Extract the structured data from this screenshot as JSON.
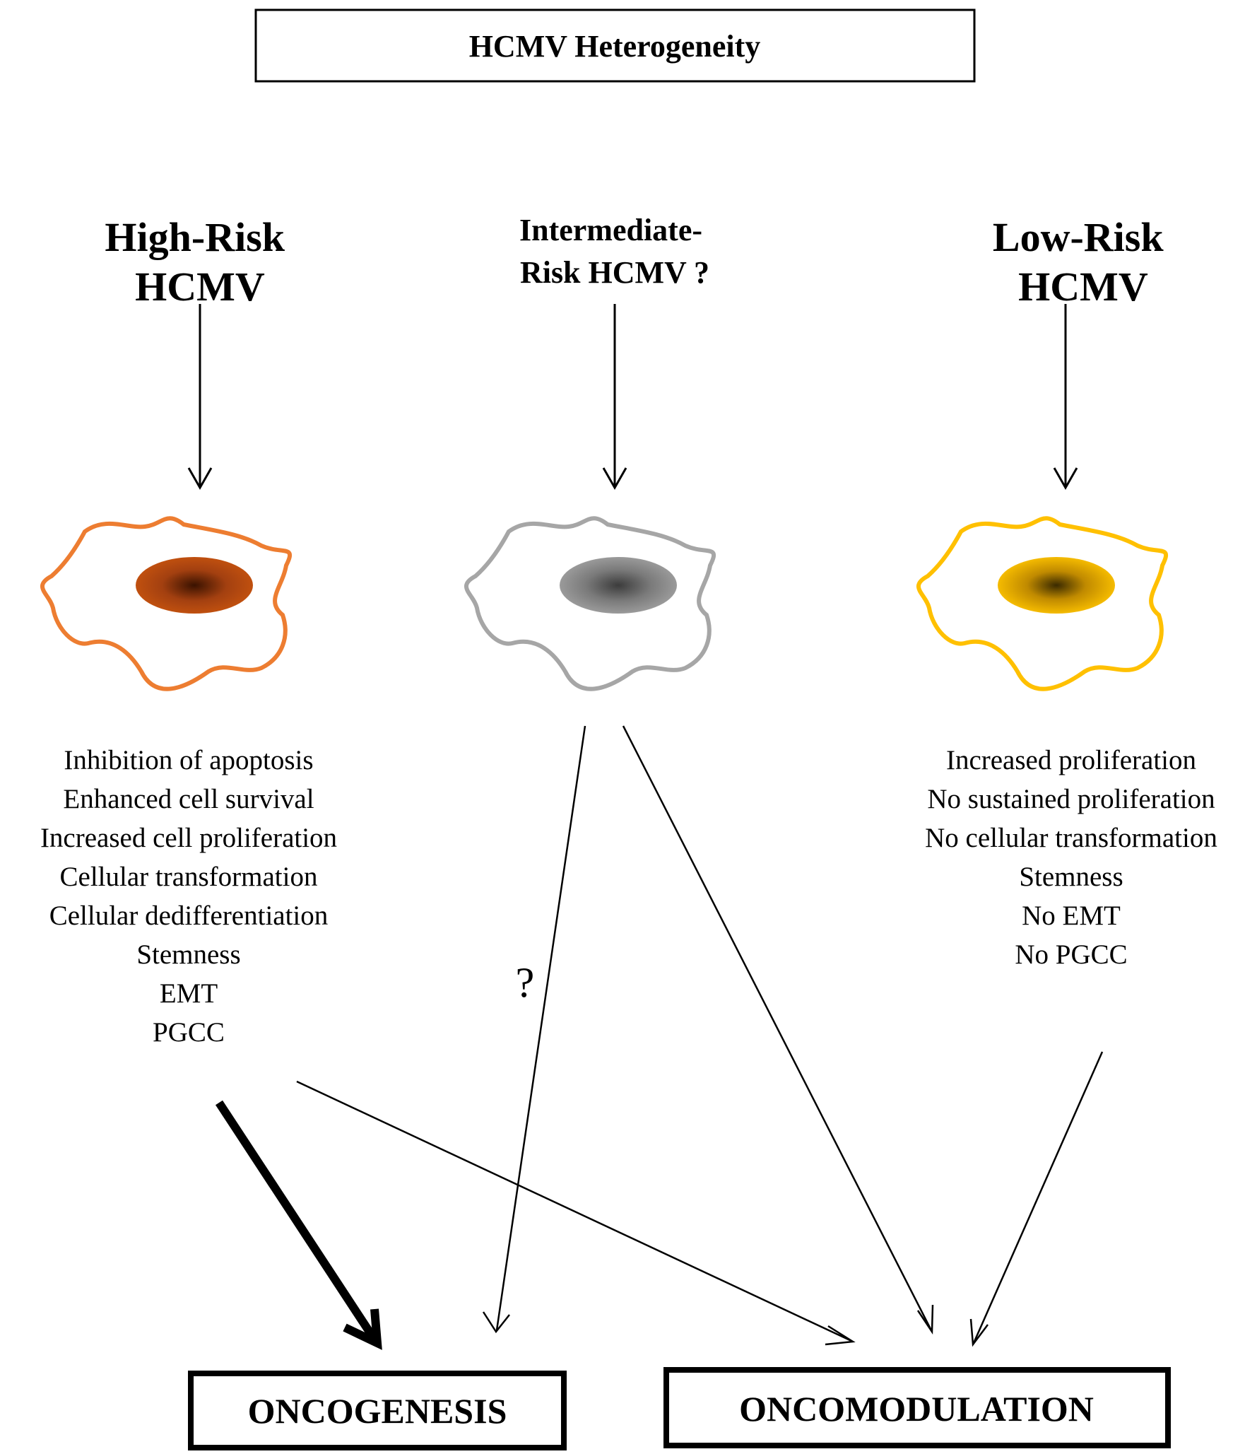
{
  "title": "HCMV Heterogeneity",
  "columns": [
    {
      "key": "high",
      "label_lines": [
        "High-Risk",
        "HCMV"
      ],
      "cell_color": "#ED7D31",
      "nucleus_color": "#C0500F",
      "effects": [
        "Inhibition of apoptosis",
        "Enhanced cell survival",
        "Increased cell proliferation",
        "Cellular transformation",
        "Cellular dedifferentiation",
        "Stemness",
        "EMT",
        "PGCC"
      ]
    },
    {
      "key": "intermediate",
      "label_lines": [
        "Intermediate-",
        "Risk HCMV ?"
      ],
      "cell_color": "#A6A6A6",
      "nucleus_color": "#8C8C8C",
      "effects": []
    },
    {
      "key": "low",
      "label_lines": [
        "Low-Risk",
        "HCMV"
      ],
      "cell_color": "#FFC000",
      "nucleus_color": "#E5A800",
      "effects": [
        "Increased proliferation",
        "No sustained proliferation",
        "No cellular transformation",
        "Stemness",
        "No EMT",
        "No PGCC"
      ]
    }
  ],
  "question_mark": "?",
  "outcomes": {
    "oncogenesis": "ONCOGENESIS",
    "oncomodulation": "ONCOMODULATION"
  }
}
